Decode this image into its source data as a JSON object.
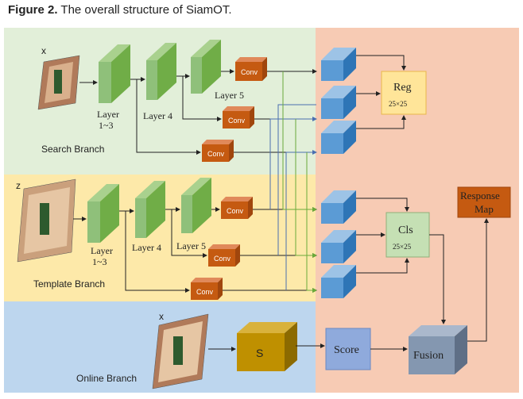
{
  "caption": {
    "label": "Figure 2.",
    "text": " The overall structure of SiamOT."
  },
  "branches": {
    "search": "Search Branch",
    "template": "Template Branch",
    "online": "Online Branch"
  },
  "inputs": {
    "search": "x",
    "template": "z",
    "online": "x"
  },
  "layers": {
    "l13_top": "Layer",
    "l13_bottom": "1~3",
    "l4": "Layer 4",
    "l5": "Layer 5"
  },
  "conv": "Conv",
  "reg": {
    "title": "Reg",
    "size": "25×25"
  },
  "cls": {
    "title": "Cls",
    "size": "25×25"
  },
  "response": {
    "line1": "Response",
    "line2": "Map"
  },
  "s_block": "S",
  "score": "Score",
  "fusion": "Fusion",
  "colors": {
    "search_bg": "#e2efd9",
    "template_bg": "#fde9a9",
    "online_bg": "#bdd6ee",
    "right_bg": "#f7cbb4",
    "layer_green": "#8fc07a",
    "conv_orange": "#c55a11",
    "cube_blue": "#5b9bd5",
    "reg_yellow": "#ffe599",
    "cls_green": "#c5e0b4",
    "s_gold": "#bf9000",
    "score_blue": "#8faadc",
    "fusion_gray": "#8497b0"
  }
}
